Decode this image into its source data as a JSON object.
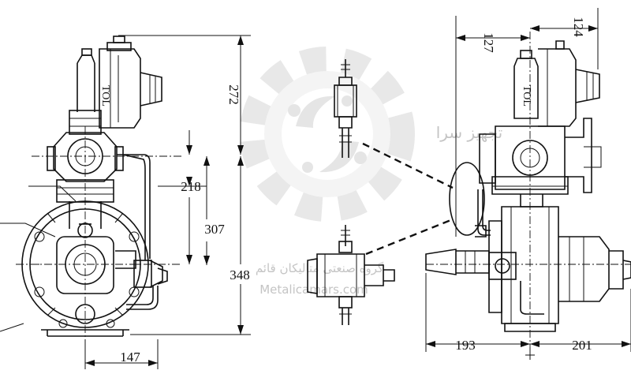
{
  "dimensions": {
    "d272": "272",
    "d218": "218",
    "d307": "307",
    "d348": "348",
    "d147": "147",
    "d127": "127",
    "d124": "124",
    "d193": "193",
    "d201": "201"
  },
  "watermark": {
    "url": "Metalicamars.com",
    "farsi_line": "گروه صنعتی متالیکان قائم",
    "farsi_logo": "تجهیز سرا"
  },
  "colors": {
    "line": "#111111",
    "watermark": "#c4c4c4",
    "background": "#ffffff"
  }
}
